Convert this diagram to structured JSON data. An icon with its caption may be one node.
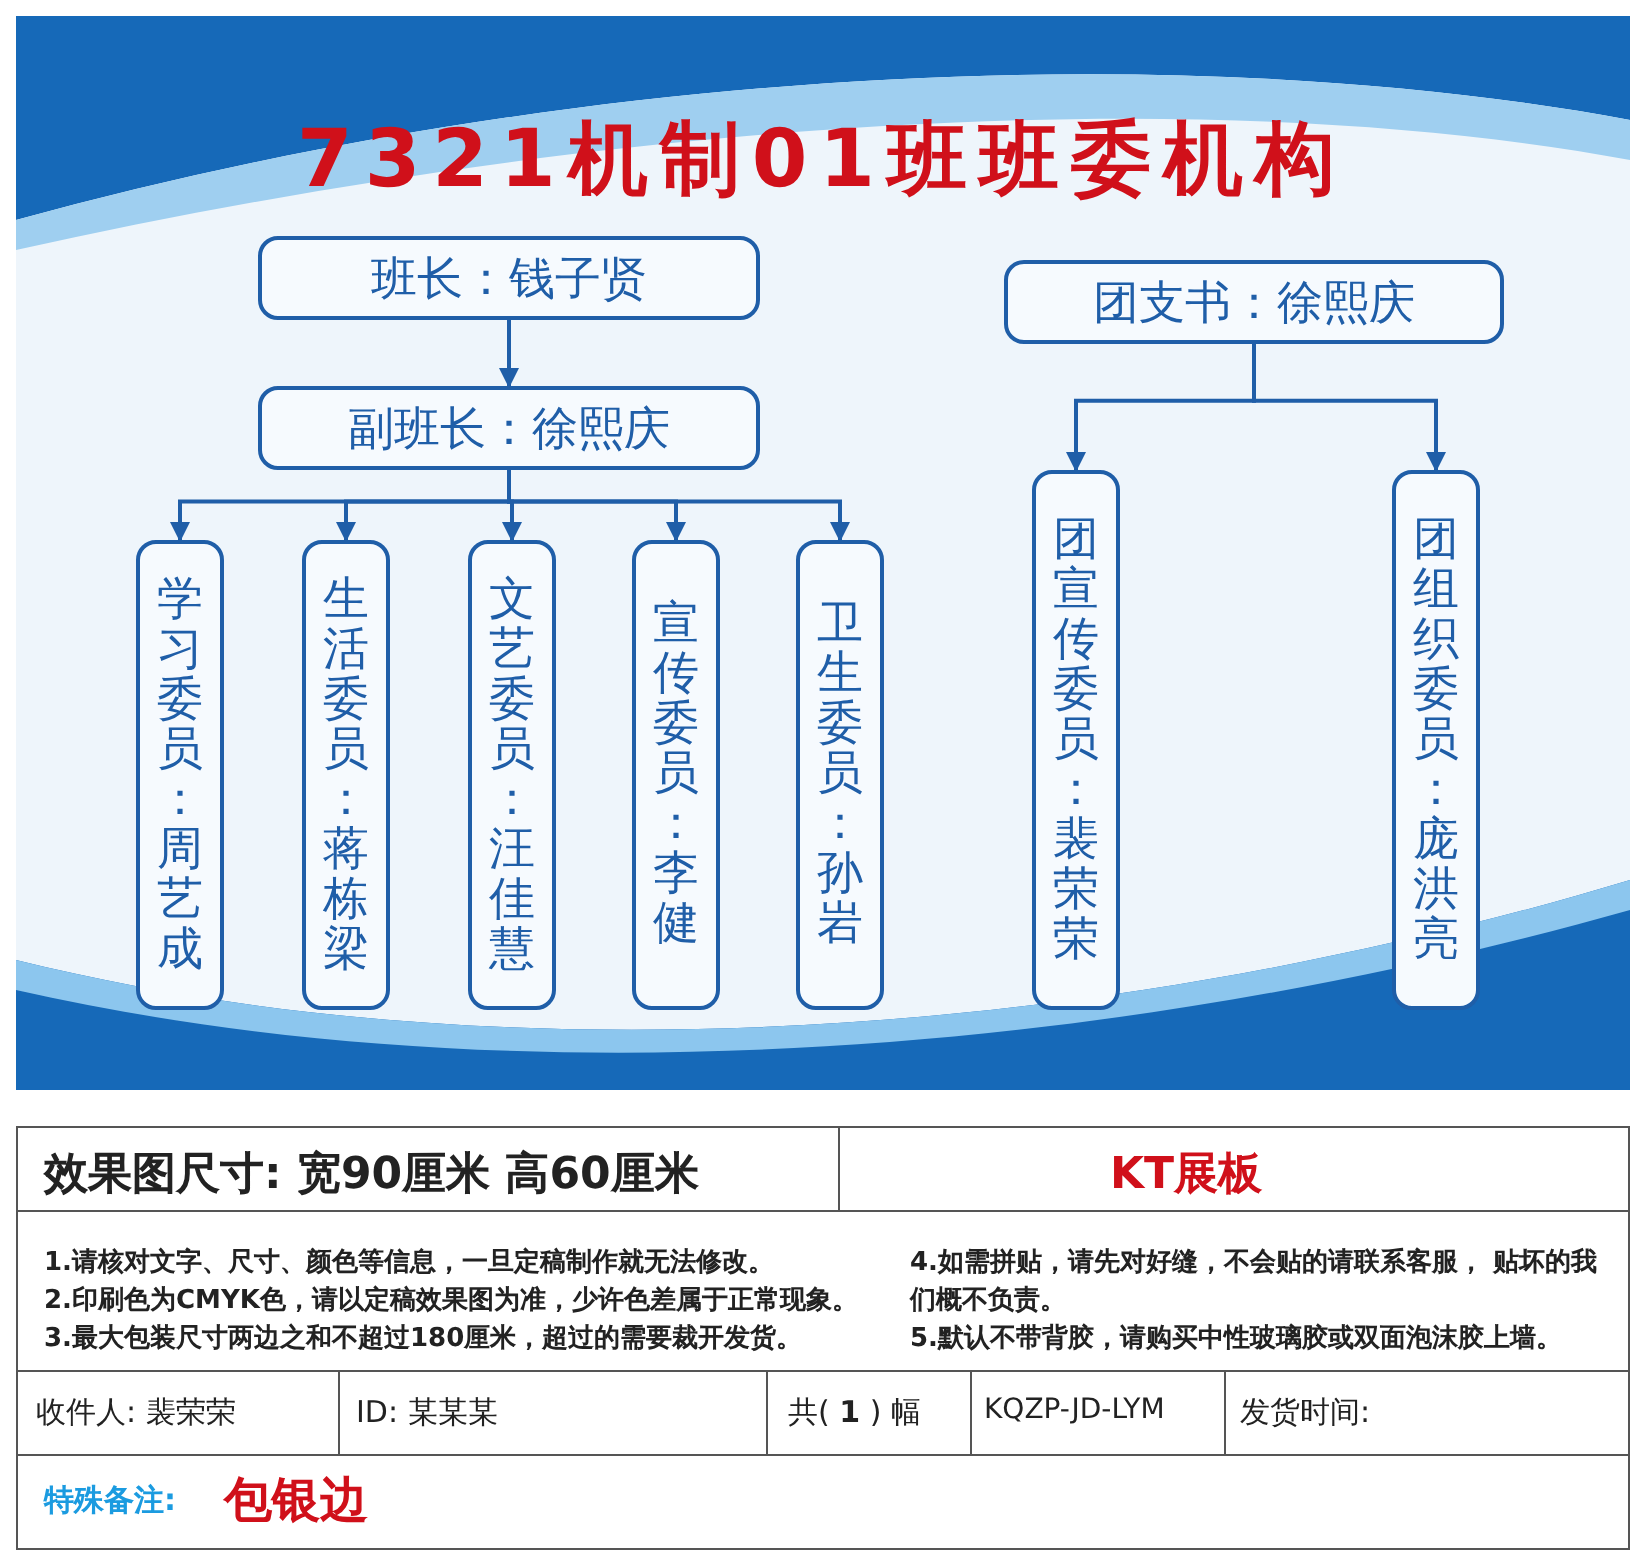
{
  "diagram": {
    "title": "7321机制01班班委机构",
    "nodes": [
      {
        "text": [
          "班长：钱子贤"
        ]
      },
      {
        "text": [
          "副班长：徐熙庆"
        ]
      },
      {
        "text": [
          "学习委员：周艺成"
        ]
      },
      {
        "text": [
          "生活委员：蒋栋梁"
        ]
      },
      {
        "text": [
          "文艺委员：汪佳慧"
        ]
      },
      {
        "text": [
          "宣传委员：李健"
        ]
      },
      {
        "text": [
          "卫生委员：孙岩"
        ]
      },
      {
        "text": [
          "团支书：徐熙庆"
        ]
      },
      {
        "text": [
          "团宣传委员：裴荣荣"
        ]
      },
      {
        "text": [
          "团组织委员：庞洪亮"
        ]
      }
    ],
    "edges": [
      {
        "from": 0,
        "to": 1,
        "arrow": "to"
      },
      {
        "from": 1,
        "to": 2,
        "arrow": "to"
      },
      {
        "from": 1,
        "to": 3,
        "arrow": "to"
      },
      {
        "from": 1,
        "to": 4,
        "arrow": "to"
      },
      {
        "from": 1,
        "to": 5,
        "arrow": "to"
      },
      {
        "from": 1,
        "to": 6,
        "arrow": "to"
      },
      {
        "from": 7,
        "to": 8,
        "arrow": "to"
      },
      {
        "from": 7,
        "to": 9,
        "arrow": "to"
      }
    ],
    "labels": [
      "效果图尺寸: 宽90厘米  高60厘米",
      "KT展板",
      "1.**请核对**文字、尺寸、颜色等信息，一旦定稿制作就无法修改。",
      "2.印刷色为CMYK色，请以定稿效果图为准，**少许色差**属于正常现象。",
      "3.最大**包装尺寸**两边之和不超过180厘米，超过的需要裁开发货。",
      "4.如需拼贴，请先对好缝，**不会贴的请联系客服**， 贴坏的我们概不负责。",
      "5.**默认不带背胶**，请购买中性玻璃胶或双面泡沫胶上墙。",
      "收件人: 裴荣荣",
      "ID:  某某某",
      "共( **1** ) 幅",
      "KQZP-JD-LYM",
      "发货时间:",
      "特殊备注:",
      "包银边"
    ]
  }
}
